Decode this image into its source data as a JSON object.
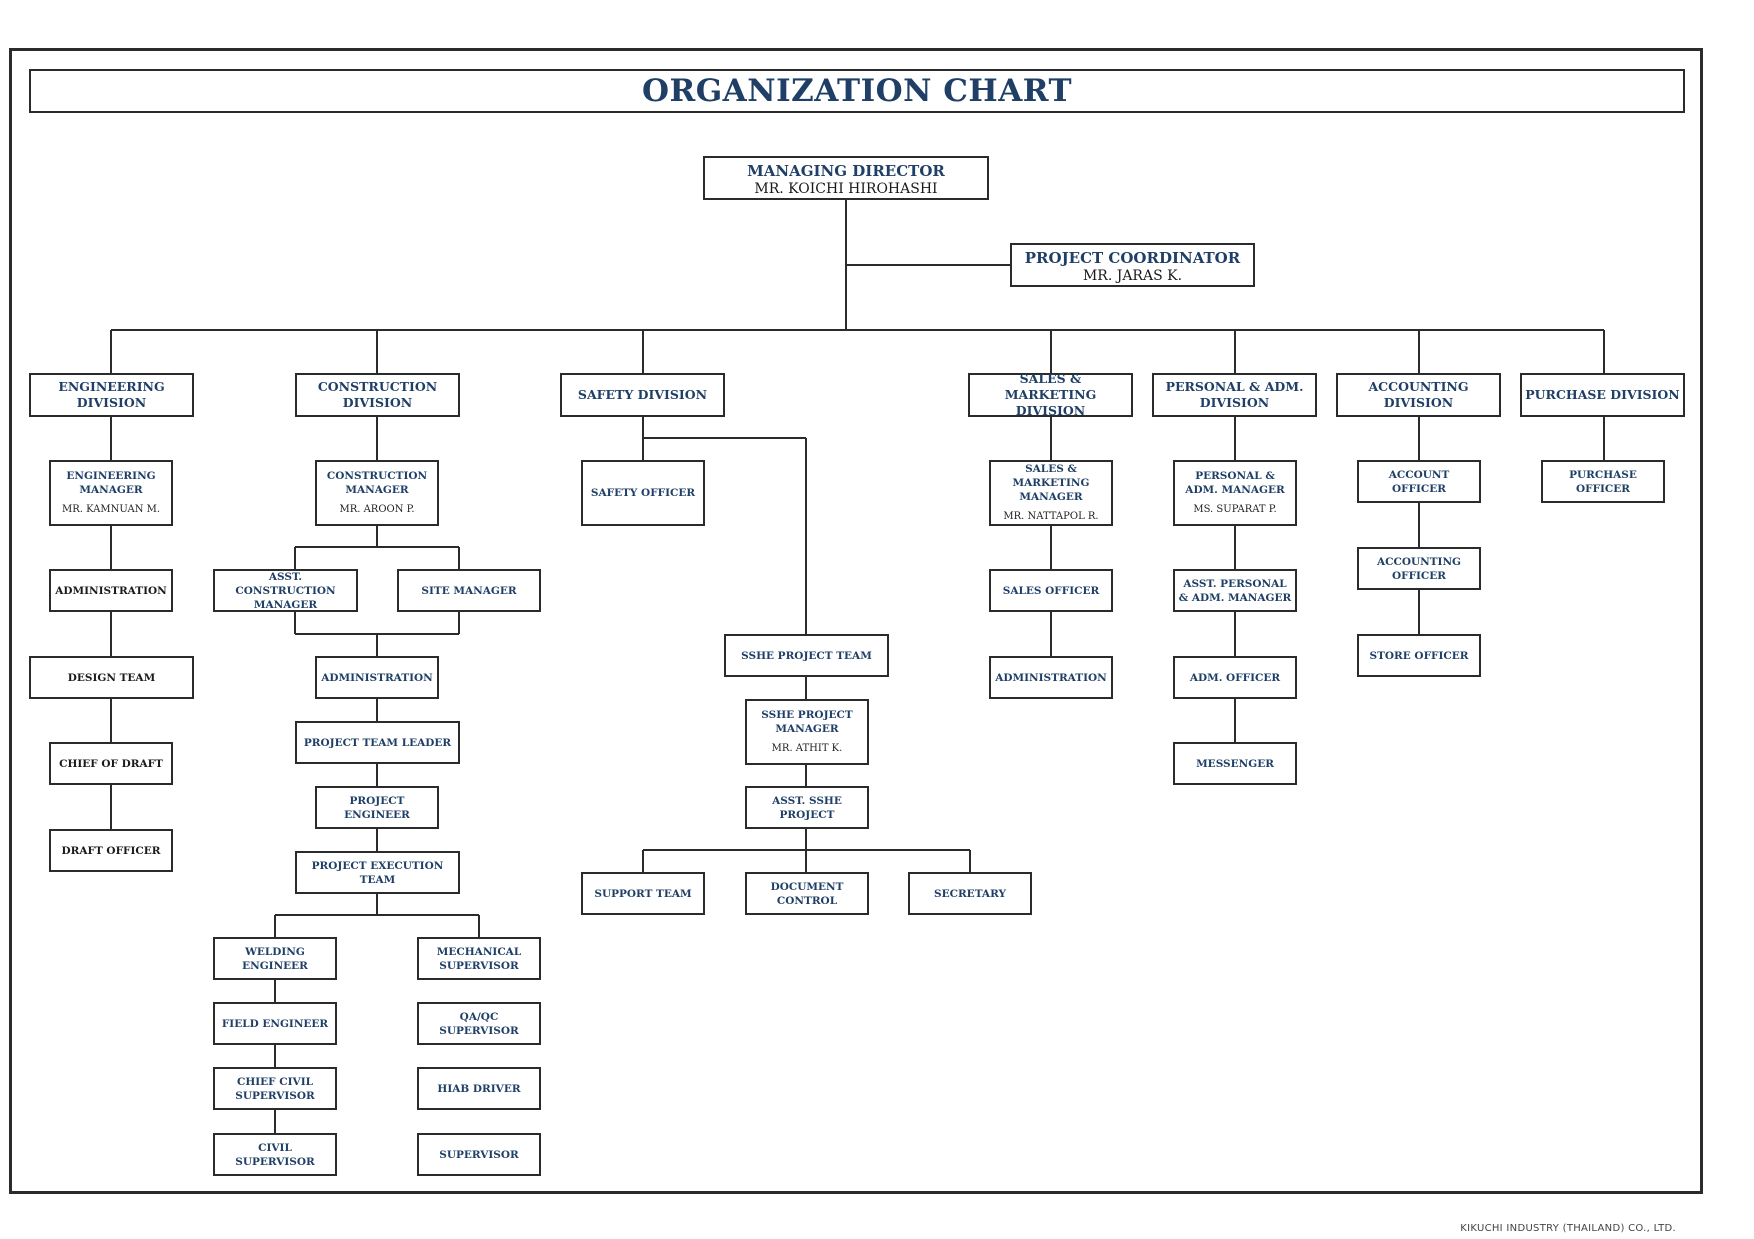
{
  "title": "ORGANIZATION CHART",
  "footer": "KIKUCHI INDUSTRY (THAILAND) CO., LTD.",
  "colors": {
    "heading": "#1f3f66",
    "line": "#2b2b2b"
  },
  "nodes": {
    "md": {
      "title": "MANAGING DIRECTOR",
      "name": "MR. KOICHI HIROHASHI"
    },
    "pc": {
      "title": "PROJECT COORDINATOR",
      "name": "MR. JARAS K."
    },
    "eng_div": {
      "title": "ENGINEERING DIVISION"
    },
    "con_div": {
      "title": "CONSTRUCTION DIVISION"
    },
    "saf_div": {
      "title": "SAFETY DIVISION"
    },
    "sm_div": {
      "title": "SALES & MARKETING DIVISION"
    },
    "pa_div": {
      "title": "PERSONAL & ADM. DIVISION"
    },
    "acc_div": {
      "title": "ACCOUNTING DIVISION"
    },
    "pur_div": {
      "title": "PURCHASE DIVISION"
    },
    "eng_mgr": {
      "title": "ENGINEERING MANAGER",
      "name": "MR. KAMNUAN M."
    },
    "eng_admin": {
      "title": "ADMINISTRATION"
    },
    "design": {
      "title": "DESIGN TEAM"
    },
    "chief_draft": {
      "title": "CHIEF OF DRAFT"
    },
    "draft_off": {
      "title": "DRAFT OFFICER"
    },
    "con_mgr": {
      "title": "CONSTRUCTION MANAGER",
      "name": "MR. AROON P."
    },
    "asst_con": {
      "title": "ASST. CONSTRUCTION MANAGER"
    },
    "site_mgr": {
      "title": "SITE MANAGER"
    },
    "con_admin": {
      "title": "ADMINISTRATION"
    },
    "ptl": {
      "title": "PROJECT TEAM LEADER"
    },
    "pe": {
      "title": "PROJECT ENGINEER"
    },
    "pet": {
      "title": "PROJECT EXECUTION TEAM"
    },
    "weld": {
      "title": "WELDING ENGINEER"
    },
    "field": {
      "title": "FIELD ENGINEER"
    },
    "chief_civil": {
      "title": "CHIEF CIVIL SUPERVISOR"
    },
    "civil_sup": {
      "title": "CIVIL SUPERVISOR"
    },
    "mech_sup": {
      "title": "MECHANICAL SUPERVISOR"
    },
    "qaqc": {
      "title": "QA/QC SUPERVISOR"
    },
    "hiab": {
      "title": "HIAB DRIVER"
    },
    "sup": {
      "title": "SUPERVISOR"
    },
    "safety_off": {
      "title": "SAFETY OFFICER"
    },
    "sshe_team": {
      "title": "SSHE PROJECT TEAM"
    },
    "sshe_mgr": {
      "title": "SSHE PROJECT MANAGER",
      "name": "MR. ATHIT K."
    },
    "asst_sshe": {
      "title": "ASST. SSHE PROJECT"
    },
    "support": {
      "title": "SUPPORT TEAM"
    },
    "doc": {
      "title": "DOCUMENT CONTROL"
    },
    "secretary": {
      "title": "SECRETARY"
    },
    "sm_mgr": {
      "title": "SALES & MARKETING MANAGER",
      "name": "MR. NATTAPOL R."
    },
    "sales_off": {
      "title": "SALES OFFICER"
    },
    "sm_admin": {
      "title": "ADMINISTRATION"
    },
    "pa_mgr": {
      "title": "PERSONAL & ADM. MANAGER",
      "name": "MS. SUPARAT P."
    },
    "asst_pa": {
      "title": "ASST. PERSONAL & ADM. MANAGER"
    },
    "adm_off": {
      "title": "ADM. OFFICER"
    },
    "messenger": {
      "title": "MESSENGER"
    },
    "acc_off": {
      "title": "ACCOUNT OFFICER"
    },
    "accounting_off": {
      "title": "ACCOUNTING OFFICER"
    },
    "store": {
      "title": "STORE OFFICER"
    },
    "pur_off": {
      "title": "PURCHASE OFFICER"
    }
  }
}
